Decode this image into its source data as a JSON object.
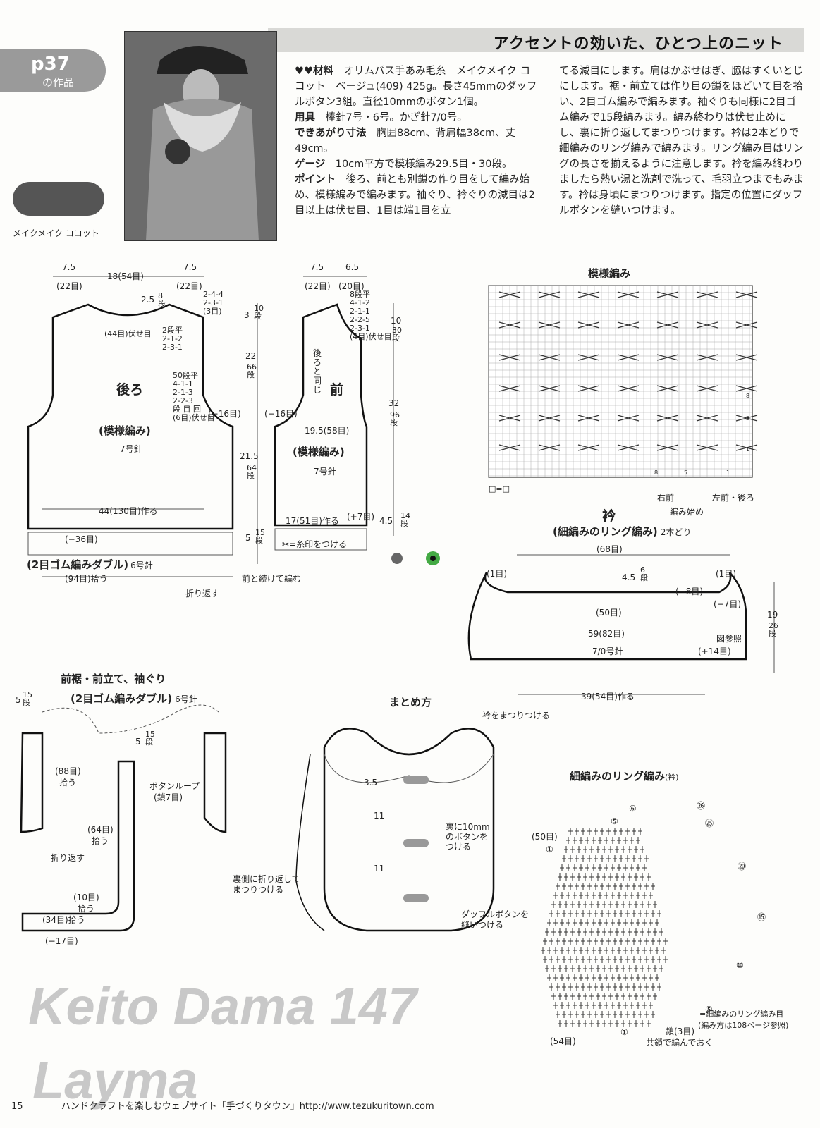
{
  "header": {
    "title": "アクセントの効いた、ひとつ上のニット",
    "badge_num": "p37",
    "badge_sub": "の作品"
  },
  "yarn_caption": "メイクメイク ココット",
  "body": {
    "col1": [
      {
        "k": "♥♥材料",
        "v": "オリムパス手あみ毛糸　メイクメイク ココット　ベージュ(409) 425g。長さ45mmのダッフルボタン3組。直径10mmのボタン1個。"
      },
      {
        "k": "用具",
        "v": "棒針7号・6号。かぎ針7/0号。"
      },
      {
        "k": "できあがり寸法",
        "v": "胸囲88cm、背肩幅38cm、丈49cm。"
      },
      {
        "k": "ゲージ",
        "v": "10cm平方で模様編み29.5目・30段。"
      },
      {
        "k": "ポイント",
        "v": "後ろ、前とも別鎖の作り目をして編み始め、模様編みで編みます。袖ぐり、衿ぐりの減目は2目以上は伏せ目、1目は端1目を立"
      }
    ],
    "col2": "てる減目にします。肩はかぶせはぎ、脇はすくいとじにします。裾・前立ては作り目の鎖をほどいて目を拾い、2目ゴム編みで編みます。袖ぐりも同様に2目ゴム編みで15段編みます。編み終わりは伏せ止めにし、裏に折り返してまつりつけます。衿は2本どりで細編みのリング編みで編みます。リング編み目はリングの長さを揃えるように注意します。衿を編み終わりましたら熱い湯と洗剤で洗って、毛羽立つまでもみます。衿は身頃にまつりつけます。指定の位置にダッフルボタンを縫いつけます。"
  },
  "back": {
    "top_dims": [
      "7.5",
      "18(54目)",
      "7.5"
    ],
    "top_sub": [
      "(22目)",
      "(22目)"
    ],
    "neck": "2.5",
    "neck_dan": "8段",
    "neck_rows": [
      "2-4-4",
      "2-3-1",
      "(3目)"
    ],
    "center": "(44目)伏せ目",
    "center_rows": [
      "2段平",
      "2-1-2",
      "2-3-1"
    ],
    "title": "後ろ",
    "pattern": "(模様編み)",
    "needle": "7号針",
    "arm_rows": [
      "50段平",
      "4-1-1",
      "2-1-3",
      "2-2-3",
      "段 目 回",
      "(6目)伏せ目"
    ],
    "side": "(−16目)",
    "cast": "44(130目)作る",
    "rib_dec": "(−36目)",
    "rib": "(2目ゴム編みダブル)",
    "rib_needle": "6号針",
    "pick": "(94目)拾う",
    "fold": "折り返す",
    "cont": "前と続けて編む",
    "v_top": "3",
    "v_top_d": "10段",
    "v_mid": "22",
    "v_mid_d": "66段",
    "v_low": "21.5",
    "v_low_d": "64段",
    "v_rib": "5",
    "v_rib_d": "15段"
  },
  "front": {
    "top_dims": [
      "7.5",
      "6.5"
    ],
    "top_sub": [
      "(22目)",
      "(20目)"
    ],
    "rows": [
      "8段平",
      "4-1-2",
      "2-1-1",
      "2-2-5",
      "2-3-1",
      "(4目)伏せ目"
    ],
    "same": "後ろと同じ",
    "title": "前",
    "side": "(−16目)",
    "width": "19.5(58目)",
    "pattern": "(模様編み)",
    "needle": "7号針",
    "cast": "17(51目)作る",
    "plus7": "(+7目)",
    "mark": "✂=糸印をつける",
    "v1": "10",
    "v1_d": "30段",
    "v2": "32",
    "v2_d": "96段",
    "v3": "4.5",
    "v3_d": "14段"
  },
  "pattern_chart": {
    "title": "模様編み",
    "legend": "□=□",
    "right_front": "右前",
    "left_back": "左前・後ろ",
    "start": "編み始め",
    "col_marks": [
      "8",
      "5",
      "1"
    ],
    "row_marks": [
      "8",
      "5",
      "1"
    ]
  },
  "collar": {
    "title": "衿",
    "sub": "(細編みのリング編み)",
    "two": "2本どり",
    "top": "(68目)",
    "left": "(1目)",
    "right": "(1目)",
    "dec": "4.5",
    "dec_d": "6段",
    "minus8": "(−8目)",
    "minus7": "(−7目)",
    "c50": "(50目)",
    "width": "59(82目)",
    "ref": "図参照",
    "needle": "7/0号針",
    "plus14": "(+14目)",
    "height": "19",
    "height_d": "26段",
    "cast": "39(54目)作る"
  },
  "edging": {
    "title": "前裾・前立て、袖ぐり",
    "sub": "(2目ゴム編みダブル)",
    "needle": "6号針",
    "d5": "5",
    "d15": "15段",
    "p88": "(88目)",
    "pick": "拾う",
    "fold": "折り返す",
    "p64": "(64目)",
    "loop": "ボタンループ",
    "loop_sub": "(鎖7目)",
    "p10": "(10目)",
    "p34": "(34目)拾う",
    "m17": "(−17目)"
  },
  "finish": {
    "title": "まとめ方",
    "collar": "衿をまつりつける",
    "d35": "3.5",
    "d11a": "11",
    "d11b": "11",
    "button": "裏に10mmのボタンをつける",
    "fold": "裏側に折り返してまつりつける",
    "duffle": "ダッフルボタンを縫いつける"
  },
  "ring": {
    "title": "細編みのリング編み",
    "title_sub": "(衿)",
    "c50": "(50目)",
    "c54": "(54目)",
    "start": "鎖(3目)",
    "start_sub": "共鎖で編んでおく",
    "legend": "=細編みのリング編み目",
    "legend_sub": "(編み方は108ページ参照)",
    "rows": [
      "⑥",
      "⑤",
      "①",
      "㉖",
      "㉕",
      "⑳",
      "⑮",
      "⑩",
      "⑤",
      "①"
    ]
  },
  "footer": {
    "page": "15",
    "site": "ハンドクラフトを楽しむウェブサイト「手づくりタウン」http://www.tezukuritown.com"
  },
  "watermark": {
    "line1": "Keito Dama 147",
    "line2": "Layma"
  }
}
